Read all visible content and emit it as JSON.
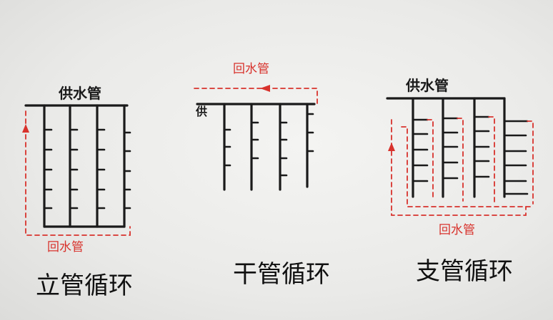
{
  "diagrams": [
    {
      "supply_label": "供水管",
      "return_label": "回水管",
      "caption": "立管循环"
    },
    {
      "supply_label": "供",
      "return_label": "回水管",
      "caption": "干管循环"
    },
    {
      "supply_label": "供水管",
      "return_label": "回水管",
      "caption": "支管循环"
    }
  ],
  "colors": {
    "pipe": "#1a1a1a",
    "return_line": "#d8322c",
    "paper": "#ececea"
  }
}
